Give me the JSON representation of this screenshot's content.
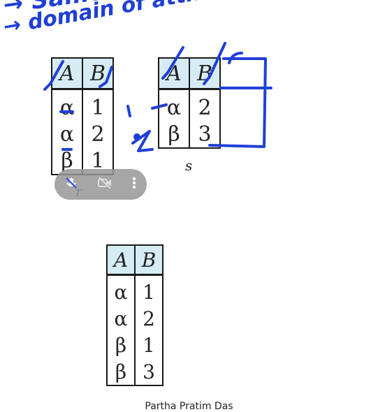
{
  "relation_r": {
    "headers": [
      "A",
      "B"
    ],
    "rows": [
      [
        "α",
        "1"
      ],
      [
        "α",
        "2"
      ],
      [
        "β",
        "1"
      ]
    ],
    "caption": "r"
  },
  "relation_s": {
    "headers": [
      "A",
      "B"
    ],
    "rows": [
      [
        "α",
        "2"
      ],
      [
        "β",
        "3"
      ]
    ],
    "caption": "s"
  },
  "result": {
    "headers": [
      "A",
      "B"
    ],
    "rows": [
      [
        "α",
        "1"
      ],
      [
        "α",
        "2"
      ],
      [
        "β",
        "1"
      ],
      [
        "β",
        "3"
      ]
    ]
  },
  "footer": "Partha Pratim Das",
  "annotations": {
    "line1": "→ Same degree",
    "line2": "→ domain of attr. should be same"
  },
  "overlay": {
    "icons": [
      "mic-off-icon",
      "camera-off-icon",
      "more-icon"
    ]
  },
  "colors": {
    "header_bg": "#d6ecf5",
    "ink": "#1f3fd6"
  }
}
